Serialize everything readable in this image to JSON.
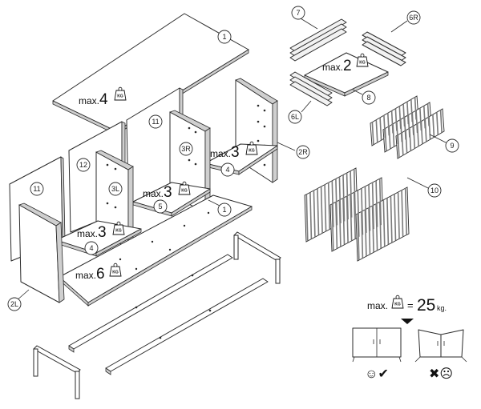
{
  "callouts": [
    {
      "id": "1-top",
      "label": "1"
    },
    {
      "id": "1-bottom",
      "label": "1"
    },
    {
      "id": "2L",
      "label": "2L"
    },
    {
      "id": "2R",
      "label": "2R"
    },
    {
      "id": "3L",
      "label": "3L"
    },
    {
      "id": "3R",
      "label": "3R"
    },
    {
      "id": "4-left",
      "label": "4"
    },
    {
      "id": "4-right",
      "label": "4"
    },
    {
      "id": "5",
      "label": "5"
    },
    {
      "id": "6L",
      "label": "6L"
    },
    {
      "id": "6R",
      "label": "6R"
    },
    {
      "id": "7",
      "label": "7"
    },
    {
      "id": "8",
      "label": "8"
    },
    {
      "id": "9",
      "label": "9"
    },
    {
      "id": "10",
      "label": "10"
    },
    {
      "id": "11-left",
      "label": "11"
    },
    {
      "id": "11-right",
      "label": "11"
    },
    {
      "id": "12",
      "label": "12"
    }
  ],
  "load_limits": [
    {
      "id": "top",
      "prefix": "max.",
      "value": "4"
    },
    {
      "id": "drawer",
      "prefix": "max.",
      "value": "2"
    },
    {
      "id": "shelf-right",
      "prefix": "max.",
      "value": "3"
    },
    {
      "id": "shelf-middle",
      "prefix": "max.",
      "value": "3"
    },
    {
      "id": "shelf-left",
      "prefix": "max.",
      "value": "3"
    },
    {
      "id": "bottom",
      "prefix": "max.",
      "value": "6"
    }
  ],
  "weight_icon_label": "KG",
  "total_load": {
    "prefix": "max.",
    "equals": "=",
    "value": "25",
    "unit": "kg."
  },
  "verdict": {
    "good_mark": "☺✔",
    "bad_mark": "✖☹"
  }
}
